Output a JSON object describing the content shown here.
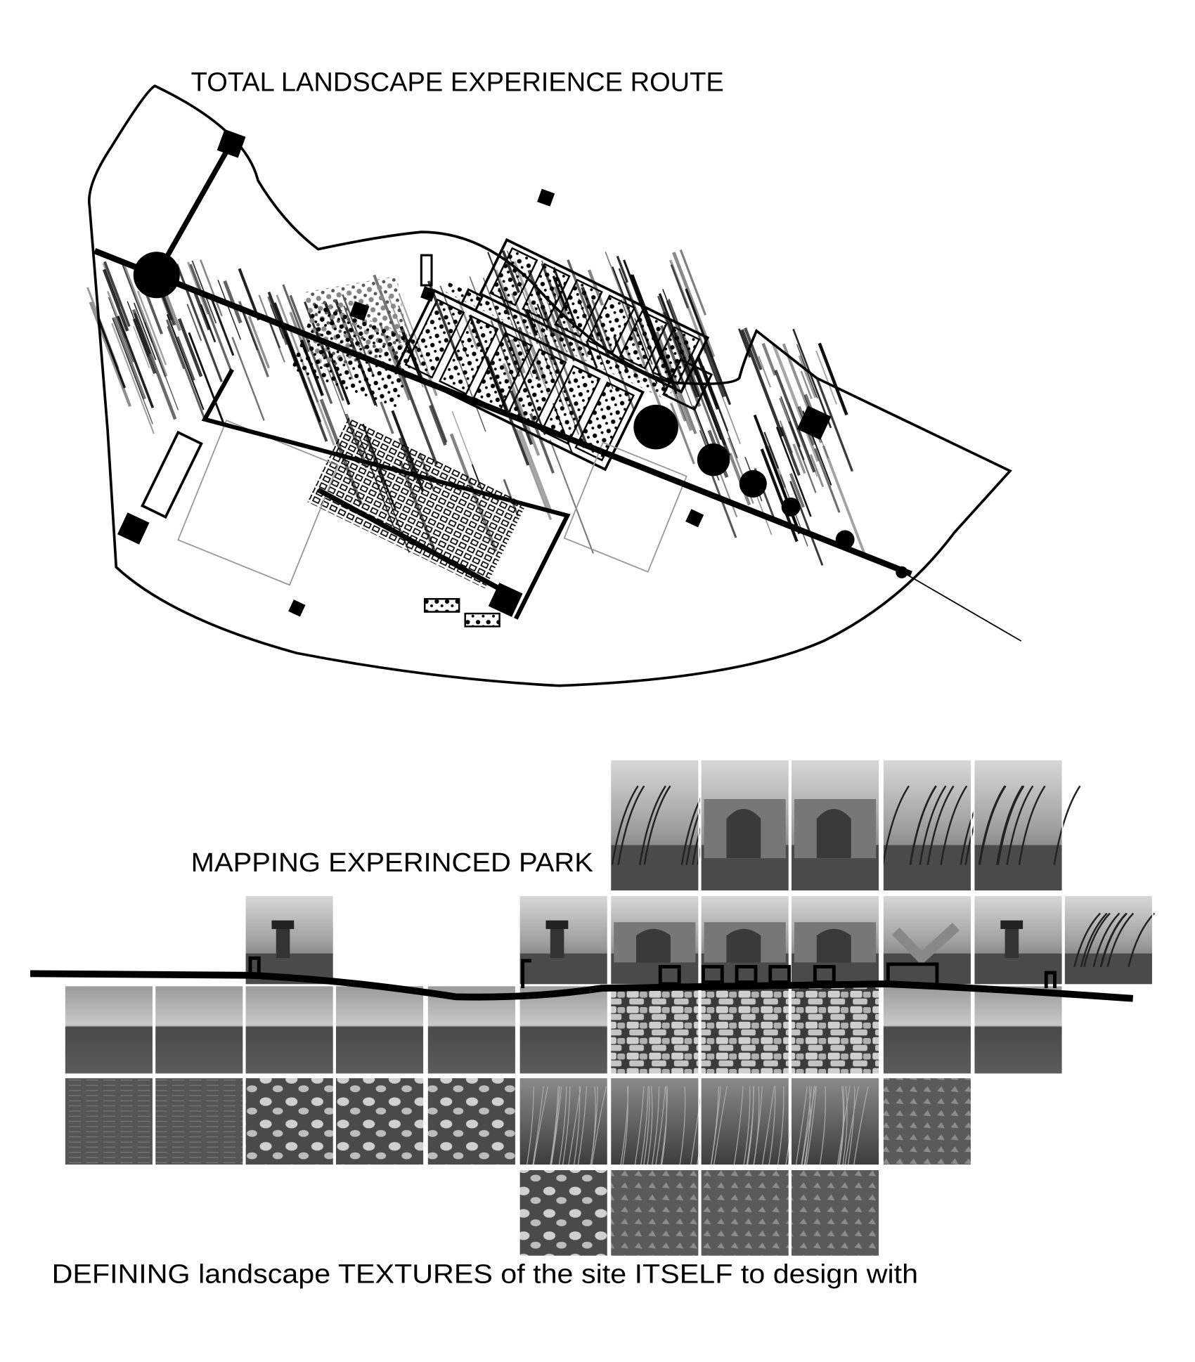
{
  "plan": {
    "title": "TOTAL LANDSCAPE EXPERIENCE ROUTE"
  },
  "section": {
    "title": "MAPPING  EXPERINCED PARK"
  },
  "caption": "DEFINING landscape TEXTURES of the site ITSELF to design with",
  "tiles": [
    {
      "row": 0,
      "col": 6,
      "type": "tree"
    },
    {
      "row": 0,
      "col": 7,
      "type": "wall"
    },
    {
      "row": 0,
      "col": 8,
      "type": "wall"
    },
    {
      "row": 0,
      "col": 9,
      "type": "windtrees"
    },
    {
      "row": 0,
      "col": 10,
      "type": "windtrees"
    },
    {
      "row": 1,
      "col": 2,
      "type": "tower"
    },
    {
      "row": 1,
      "col": 5,
      "type": "tower"
    },
    {
      "row": 1,
      "col": 6,
      "type": "ruin"
    },
    {
      "row": 1,
      "col": 7,
      "type": "ruin"
    },
    {
      "row": 1,
      "col": 8,
      "type": "ruin"
    },
    {
      "row": 1,
      "col": 9,
      "type": "chevron"
    },
    {
      "row": 1,
      "col": 10,
      "type": "tower"
    },
    {
      "row": 1,
      "col": 11,
      "type": "windtrees"
    },
    {
      "row": 2,
      "col": 0,
      "type": "sea"
    },
    {
      "row": 2,
      "col": 1,
      "type": "sea"
    },
    {
      "row": 2,
      "col": 2,
      "type": "sea"
    },
    {
      "row": 2,
      "col": 3,
      "type": "sea"
    },
    {
      "row": 2,
      "col": 4,
      "type": "sea"
    },
    {
      "row": 2,
      "col": 5,
      "type": "sea"
    },
    {
      "row": 2,
      "col": 6,
      "type": "stone"
    },
    {
      "row": 2,
      "col": 7,
      "type": "stone"
    },
    {
      "row": 2,
      "col": 8,
      "type": "stone"
    },
    {
      "row": 2,
      "col": 9,
      "type": "sea"
    },
    {
      "row": 2,
      "col": 10,
      "type": "sea"
    },
    {
      "row": 3,
      "col": 0,
      "type": "water"
    },
    {
      "row": 3,
      "col": 1,
      "type": "water"
    },
    {
      "row": 3,
      "col": 2,
      "type": "rocks"
    },
    {
      "row": 3,
      "col": 3,
      "type": "rocks"
    },
    {
      "row": 3,
      "col": 4,
      "type": "rocks"
    },
    {
      "row": 3,
      "col": 5,
      "type": "grass"
    },
    {
      "row": 3,
      "col": 6,
      "type": "grass"
    },
    {
      "row": 3,
      "col": 7,
      "type": "grass"
    },
    {
      "row": 3,
      "col": 8,
      "type": "grass"
    },
    {
      "row": 3,
      "col": 9,
      "type": "ground"
    },
    {
      "row": 4,
      "col": 5,
      "type": "rocks"
    },
    {
      "row": 4,
      "col": 6,
      "type": "ground"
    },
    {
      "row": 4,
      "col": 7,
      "type": "ground"
    },
    {
      "row": 4,
      "col": 8,
      "type": "ground"
    }
  ]
}
